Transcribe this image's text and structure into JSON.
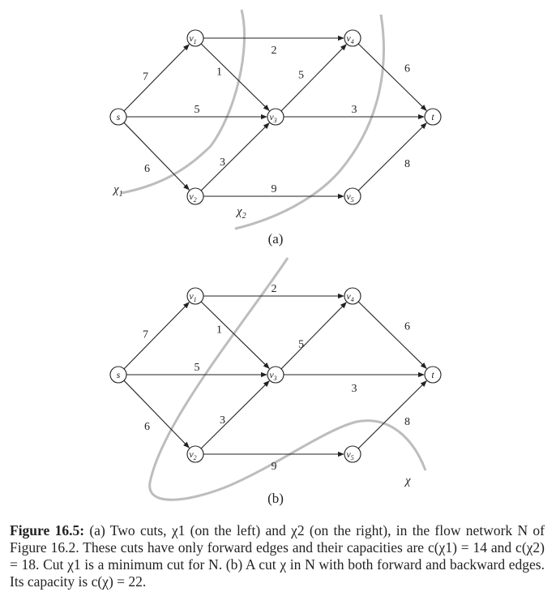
{
  "panel_a": {
    "label": "(a)",
    "cut_labels": [
      {
        "base": "χ",
        "sub": "1"
      },
      {
        "base": "χ",
        "sub": "2"
      }
    ]
  },
  "panel_b": {
    "label": "(b)",
    "cut_labels": [
      {
        "base": "χ",
        "sub": ""
      }
    ]
  },
  "nodes": [
    {
      "id": "s",
      "base": "s",
      "sub": ""
    },
    {
      "id": "v1",
      "base": "v",
      "sub": "1"
    },
    {
      "id": "v2",
      "base": "v",
      "sub": "2"
    },
    {
      "id": "v3",
      "base": "v",
      "sub": "3"
    },
    {
      "id": "v4",
      "base": "v",
      "sub": "4"
    },
    {
      "id": "v5",
      "base": "v",
      "sub": "5"
    },
    {
      "id": "t",
      "base": "t",
      "sub": ""
    }
  ],
  "edges": [
    {
      "from": "s",
      "to": "v1",
      "capacity": "7"
    },
    {
      "from": "s",
      "to": "v3",
      "capacity": "5"
    },
    {
      "from": "s",
      "to": "v2",
      "capacity": "6"
    },
    {
      "from": "v1",
      "to": "v4",
      "capacity": "2"
    },
    {
      "from": "v1",
      "to": "v3",
      "capacity": "1"
    },
    {
      "from": "v2",
      "to": "v3",
      "capacity": "3"
    },
    {
      "from": "v2",
      "to": "v5",
      "capacity": "9"
    },
    {
      "from": "v3",
      "to": "v4",
      "capacity": "5"
    },
    {
      "from": "v3",
      "to": "t",
      "capacity": "3"
    },
    {
      "from": "v4",
      "to": "t",
      "capacity": "6"
    },
    {
      "from": "v5",
      "to": "t",
      "capacity": "8"
    }
  ],
  "caption": {
    "figure_label": "Figure 16.5:",
    "text": "(a) Two cuts, χ1 (on the left) and χ2 (on the right), in the flow network N of Figure 16.2. These cuts have only forward edges and their capacities are c(χ1) = 14 and c(χ2) = 18. Cut χ1 is a minimum cut for N. (b) A cut χ in N with both forward and backward edges. Its capacity is c(χ) = 22."
  }
}
